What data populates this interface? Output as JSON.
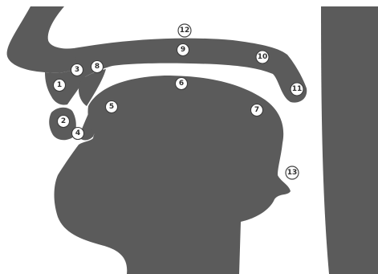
{
  "diagram": {
    "colors": {
      "tissue": "#5b5b5b",
      "background": "#ffffff",
      "marker_stroke": "#3c3c3c"
    },
    "labels": [
      {
        "id": "1",
        "text": "1"
      },
      {
        "id": "2",
        "text": "2"
      },
      {
        "id": "3",
        "text": "3"
      },
      {
        "id": "4",
        "text": "4"
      },
      {
        "id": "5",
        "text": "5"
      },
      {
        "id": "6",
        "text": "6"
      },
      {
        "id": "7",
        "text": "7"
      },
      {
        "id": "8",
        "text": "8"
      },
      {
        "id": "9",
        "text": "9"
      },
      {
        "id": "10",
        "text": "10"
      },
      {
        "id": "11",
        "text": "11"
      },
      {
        "id": "12",
        "text": "12"
      },
      {
        "id": "13",
        "text": "13"
      }
    ]
  }
}
